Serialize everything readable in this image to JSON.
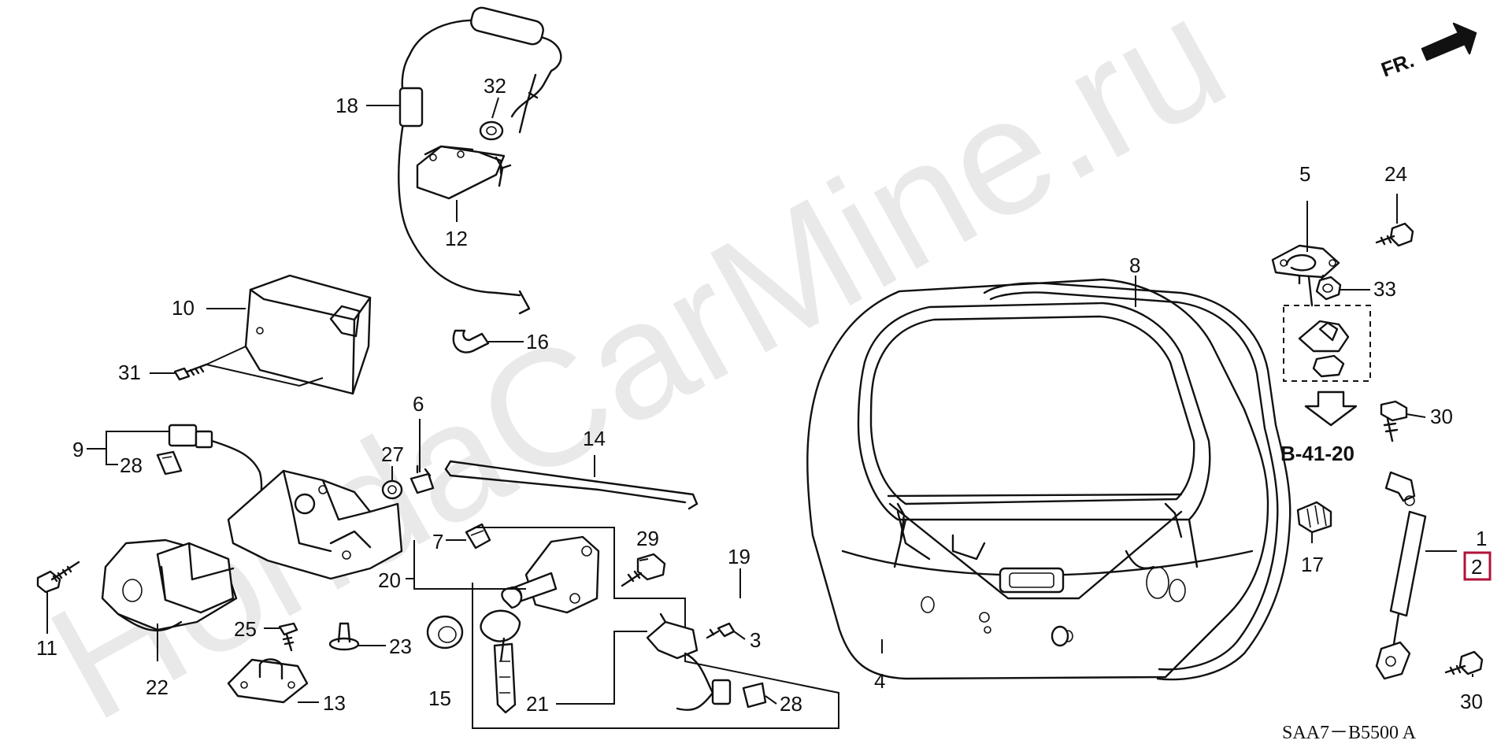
{
  "diagram": {
    "watermark": "HondaCarMine.ru",
    "direction_label": "FR.",
    "reference_label": "B-41-20",
    "diagram_code": "SAA7－B5500 A",
    "callouts": [
      {
        "id": "c18",
        "text": "18"
      },
      {
        "id": "c32",
        "text": "32"
      },
      {
        "id": "c12",
        "text": "12"
      },
      {
        "id": "c10",
        "text": "10"
      },
      {
        "id": "c16",
        "text": "16"
      },
      {
        "id": "c31",
        "text": "31"
      },
      {
        "id": "c6",
        "text": "6"
      },
      {
        "id": "c14",
        "text": "14"
      },
      {
        "id": "c9",
        "text": "9"
      },
      {
        "id": "c27",
        "text": "27"
      },
      {
        "id": "c28a",
        "text": "28"
      },
      {
        "id": "c7",
        "text": "7"
      },
      {
        "id": "c29",
        "text": "29"
      },
      {
        "id": "c19",
        "text": "19"
      },
      {
        "id": "c20",
        "text": "20"
      },
      {
        "id": "c11",
        "text": "11"
      },
      {
        "id": "c25",
        "text": "25"
      },
      {
        "id": "c23",
        "text": "23"
      },
      {
        "id": "c3",
        "text": "3"
      },
      {
        "id": "c22",
        "text": "22"
      },
      {
        "id": "c13",
        "text": "13"
      },
      {
        "id": "c15",
        "text": "15"
      },
      {
        "id": "c21",
        "text": "21"
      },
      {
        "id": "c28b",
        "text": "28"
      },
      {
        "id": "c4",
        "text": "4"
      },
      {
        "id": "c8",
        "text": "8"
      },
      {
        "id": "c5",
        "text": "5"
      },
      {
        "id": "c24",
        "text": "24"
      },
      {
        "id": "c33",
        "text": "33"
      },
      {
        "id": "c30a",
        "text": "30"
      },
      {
        "id": "c17",
        "text": "17"
      },
      {
        "id": "c1",
        "text": "1"
      },
      {
        "id": "c2",
        "text": "2"
      },
      {
        "id": "c30b",
        "text": "30"
      }
    ]
  }
}
